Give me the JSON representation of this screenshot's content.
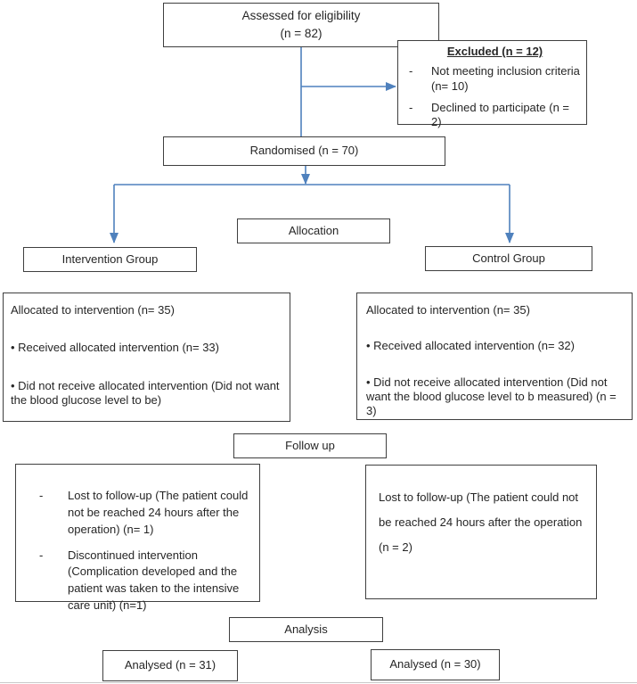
{
  "colors": {
    "arrow": "#4f81bd",
    "box_border": "#3f3f3f",
    "text": "#262626",
    "background": "#ffffff"
  },
  "flowchart": {
    "assessed": {
      "line1": "Assessed for eligibility",
      "line2": "(n = 82)"
    },
    "excluded": {
      "heading": "Excluded (n = 12)",
      "items": [
        {
          "marker": "-",
          "text": "Not meeting inclusion criteria (n= 10)"
        },
        {
          "marker": "-",
          "text": "Declined to participate (n = 2)"
        }
      ]
    },
    "randomised": {
      "label": "Randomised (n = 70)"
    },
    "allocation": {
      "label": "Allocation"
    },
    "intervention_group": {
      "label": "Intervention Group"
    },
    "control_group": {
      "label": "Control Group"
    },
    "alloc_left": {
      "line1": "Allocated to intervention (n= 35)",
      "line2": "• Received allocated intervention (n= 33)",
      "line3": "• Did not receive allocated intervention (Did not want the blood glucose level to be)"
    },
    "alloc_right": {
      "line1": "Allocated to intervention (n= 35)",
      "line2": "• Received allocated intervention (n= 32)",
      "line3": "• Did not receive allocated intervention (Did not want the blood glucose level to b measured) (n = 3)"
    },
    "followup": {
      "label": "Follow up"
    },
    "followup_left": {
      "items": [
        {
          "marker": "-",
          "text": "Lost to follow-up (The patient could not be reached 24 hours after the operation) (n= 1)"
        },
        {
          "marker": "-",
          "text": "Discontinued intervention (Complication developed and the patient was taken to the intensive care unit) (n=1)"
        }
      ]
    },
    "followup_right": {
      "text": "Lost to follow-up (The patient could not be reached 24 hours after the operation (n = 2)"
    },
    "analysis": {
      "label": "Analysis"
    },
    "analysed_left": {
      "label": "Analysed (n = 31)"
    },
    "analysed_right": {
      "label": "Analysed (n = 30)"
    }
  }
}
